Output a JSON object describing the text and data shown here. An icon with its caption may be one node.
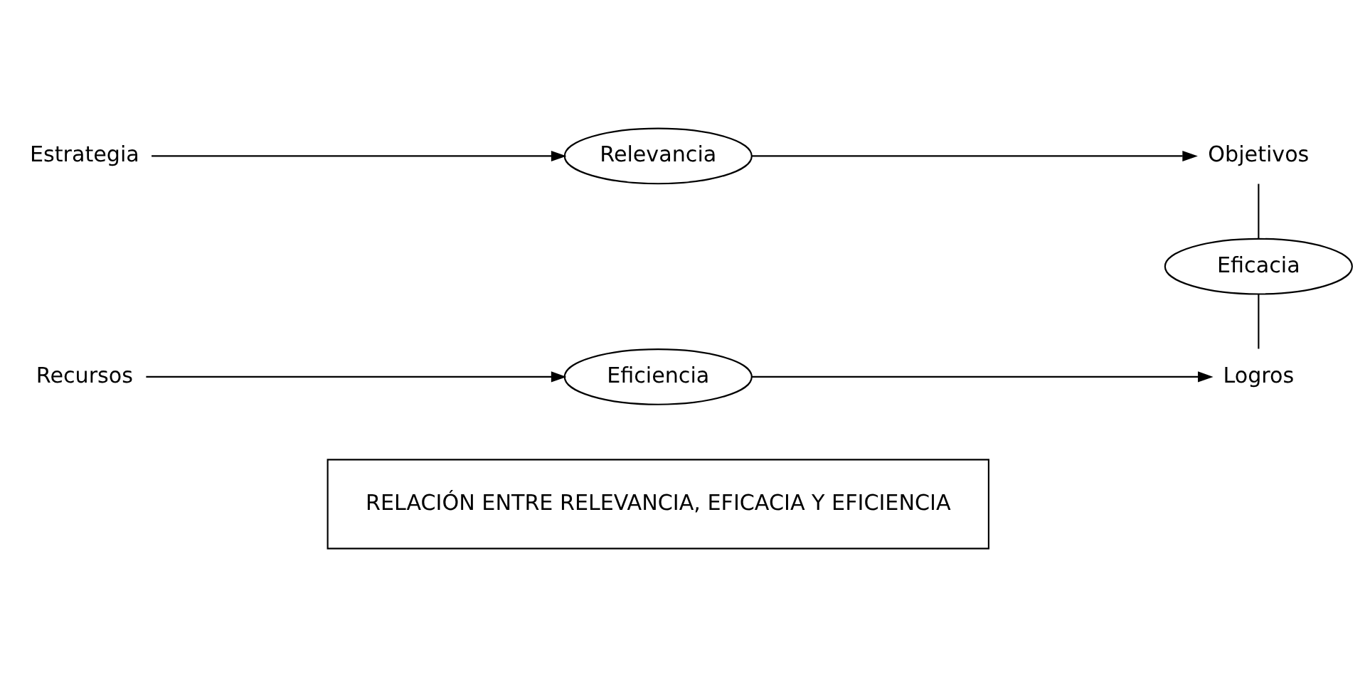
{
  "diagram": {
    "nodes": [
      {
        "text": [
          "RELACIÓN ENTRE RELEVANCIA, EFICACIA Y EFICIENCIA"
        ]
      },
      {
        "text": [
          "Estrategia"
        ]
      },
      {
        "text": [
          "Relevancia"
        ]
      },
      {
        "text": [
          "Objetivos"
        ]
      },
      {
        "text": [
          "Eficacia"
        ]
      },
      {
        "text": [
          "Recursos"
        ]
      },
      {
        "text": [
          "Eficiencia"
        ]
      },
      {
        "text": [
          "Logros"
        ]
      }
    ],
    "edges": [
      {
        "from": 1,
        "to": 2,
        "arrow": "to"
      },
      {
        "from": 2,
        "to": 3,
        "arrow": "to"
      },
      {
        "from": 3,
        "to": 4,
        "arrow": "none"
      },
      {
        "from": 4,
        "to": 7,
        "arrow": "none"
      },
      {
        "from": 5,
        "to": 6,
        "arrow": "to"
      },
      {
        "from": 6,
        "to": 7,
        "arrow": "to"
      }
    ]
  }
}
